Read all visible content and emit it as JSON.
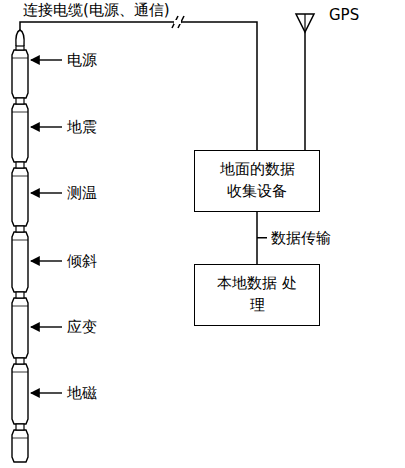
{
  "diagram": {
    "nodes": [
      {
        "text": [
          "地面的数据 收集设备"
        ]
      },
      {
        "text": [
          "本地数据 处理"
        ]
      }
    ],
    "edges": [
      {
        "from": 0,
        "to": 1,
        "arrow": "none",
        "label": "数据传输"
      }
    ],
    "labels": [
      "连接电缆(电源、通信)",
      "GPS",
      "电源",
      "地震",
      "测温",
      "倾斜",
      "应变",
      "地磁"
    ]
  }
}
